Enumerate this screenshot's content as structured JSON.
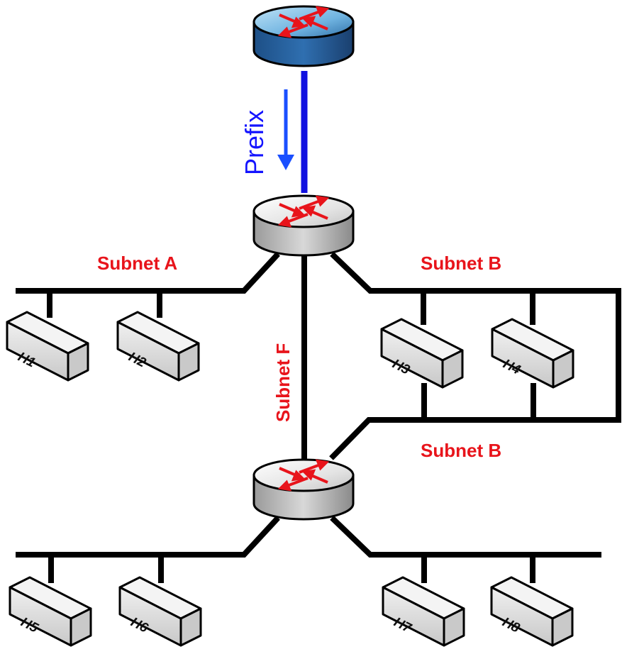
{
  "labels": {
    "prefix": "Prefix",
    "subnet_a": "Subnet A",
    "subnet_b_top": "Subnet B",
    "subnet_b_bottom": "Subnet B",
    "subnet_f": "Subnet F"
  },
  "hosts": [
    "H1",
    "H2",
    "H3",
    "H4",
    "H5",
    "H6",
    "H7",
    "H8"
  ],
  "colors": {
    "subnet_label": "#e8141b",
    "prefix": "#1414ff",
    "uplink": "#1010e0",
    "wire": "#000000"
  }
}
